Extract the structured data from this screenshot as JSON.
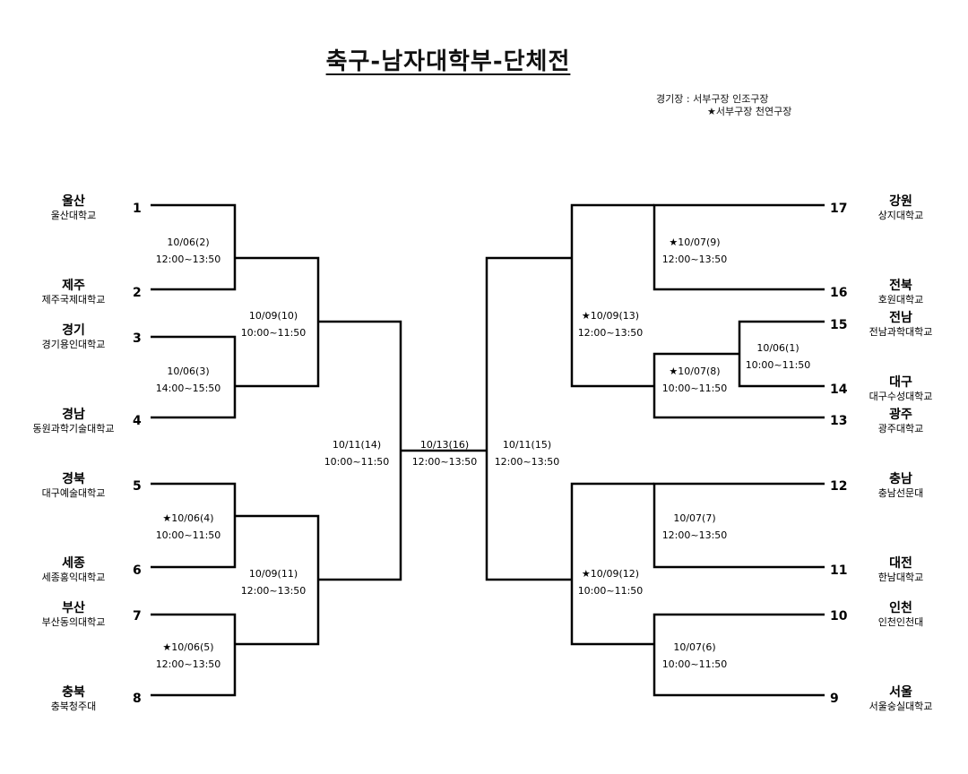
{
  "title": "축구-남자대학부-단체전",
  "venue": {
    "label": "경기장",
    "separator": ":",
    "venue1": "서부구장 인조구장",
    "venue2": "★서부구장 천연구장"
  },
  "teams": [
    {
      "seed": "1",
      "region": "울산",
      "school": "울산대학교"
    },
    {
      "seed": "2",
      "region": "제주",
      "school": "제주국제대학교"
    },
    {
      "seed": "3",
      "region": "경기",
      "school": "경기용인대학교"
    },
    {
      "seed": "4",
      "region": "경남",
      "school": "동원과학기술대학교"
    },
    {
      "seed": "5",
      "region": "경북",
      "school": "대구예술대학교"
    },
    {
      "seed": "6",
      "region": "세종",
      "school": "세종홍익대학교"
    },
    {
      "seed": "7",
      "region": "부산",
      "school": "부산동의대학교"
    },
    {
      "seed": "8",
      "region": "충북",
      "school": "충북청주대"
    },
    {
      "seed": "17",
      "region": "강원",
      "school": "상지대학교"
    },
    {
      "seed": "16",
      "region": "전북",
      "school": "호원대학교"
    },
    {
      "seed": "15",
      "region": "전남",
      "school": "전남과학대학교"
    },
    {
      "seed": "14",
      "region": "대구",
      "school": "대구수성대학교"
    },
    {
      "seed": "13",
      "region": "광주",
      "school": "광주대학교"
    },
    {
      "seed": "12",
      "region": "충남",
      "school": "충남선문대"
    },
    {
      "seed": "11",
      "region": "대전",
      "school": "한남대학교"
    },
    {
      "seed": "10",
      "region": "인천",
      "school": "인천인천대"
    },
    {
      "seed": "9",
      "region": "서울",
      "school": "서울숭실대학교"
    }
  ],
  "matches": [
    {
      "date": "10/06(2)",
      "time": "12:00~13:50"
    },
    {
      "date": "10/06(3)",
      "time": "14:00~15:50"
    },
    {
      "date": "★10/06(4)",
      "time": "10:00~11:50"
    },
    {
      "date": "★10/06(5)",
      "time": "12:00~13:50"
    },
    {
      "date": "10/09(10)",
      "time": "10:00~11:50"
    },
    {
      "date": "10/09(11)",
      "time": "12:00~13:50"
    },
    {
      "date": "10/11(14)",
      "time": "10:00~11:50"
    },
    {
      "date": "10/13(16)",
      "time": "12:00~13:50"
    },
    {
      "date": "10/11(15)",
      "time": "12:00~13:50"
    },
    {
      "date": "★10/07(9)",
      "time": "12:00~13:50"
    },
    {
      "date": "10/06(1)",
      "time": "10:00~11:50"
    },
    {
      "date": "★10/07(8)",
      "time": "10:00~11:50"
    },
    {
      "date": "★10/09(13)",
      "time": "12:00~13:50"
    },
    {
      "date": "10/07(7)",
      "time": "12:00~13:50"
    },
    {
      "date": "10/07(6)",
      "time": "10:00~11:50"
    },
    {
      "date": "★10/09(12)",
      "time": "10:00~11:50"
    }
  ]
}
